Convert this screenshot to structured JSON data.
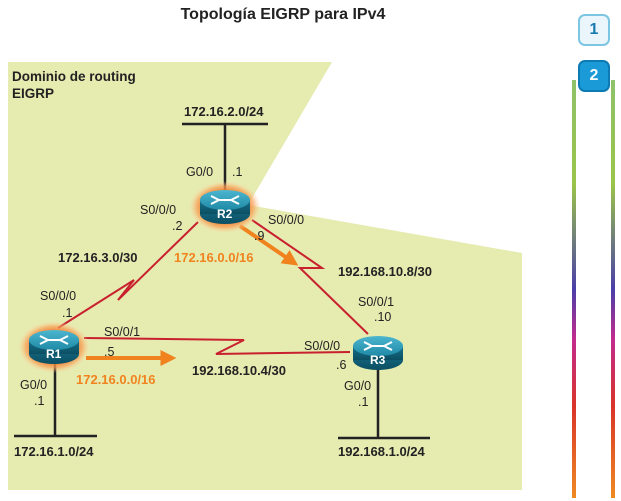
{
  "title": "Topología EIGRP para IPv4",
  "domain_label": [
    "Dominio de routing",
    "EIGRP"
  ],
  "tabs": [
    {
      "label": "1",
      "active": false
    },
    {
      "label": "2",
      "active": true
    }
  ],
  "routers": [
    {
      "id": "R1",
      "label": "R1"
    },
    {
      "id": "R2",
      "label": "R2"
    },
    {
      "id": "R3",
      "label": "R3"
    }
  ],
  "lan_networks": {
    "r2_lan": "172.16.2.0/24",
    "r1_lan": "172.16.1.0/24",
    "r3_lan": "192.168.1.0/24"
  },
  "wan_networks": {
    "r1_r2": "172.16.3.0/30",
    "r2_r3": "192.168.10.8/30",
    "r1_r3": "192.168.10.4/30"
  },
  "interfaces": {
    "r2_g00": "G0/0",
    "r2_g00_ip": ".1",
    "r2_s000": "S0/0/0",
    "r2_s000_ip": ".2",
    "r2_s001": "S0/0/0",
    "r2_s001_ip": ".9",
    "r1_s000": "S0/0/0",
    "r1_s000_ip": ".1",
    "r1_s001": "S0/0/1",
    "r1_s001_ip": ".5",
    "r1_g00": "G0/0",
    "r1_g00_ip": ".1",
    "r3_s001": "S0/0/1",
    "r3_s001_ip": ".10",
    "r3_s000": "S0/0/0",
    "r3_s000_ip": ".6",
    "r3_g00": "G0/0",
    "r3_g00_ip": ".1"
  },
  "summary_routes": {
    "r2_to_r3": "172.16.0.0/16",
    "r1_to_r3": "172.16.0.0/16"
  },
  "colors": {
    "domain_fill": "#e6ebb0",
    "serial_link": "#c8202e",
    "route_arrow": "#f0831e",
    "router_body": "#1b7f9e",
    "router_glow": "#f26b1d"
  }
}
